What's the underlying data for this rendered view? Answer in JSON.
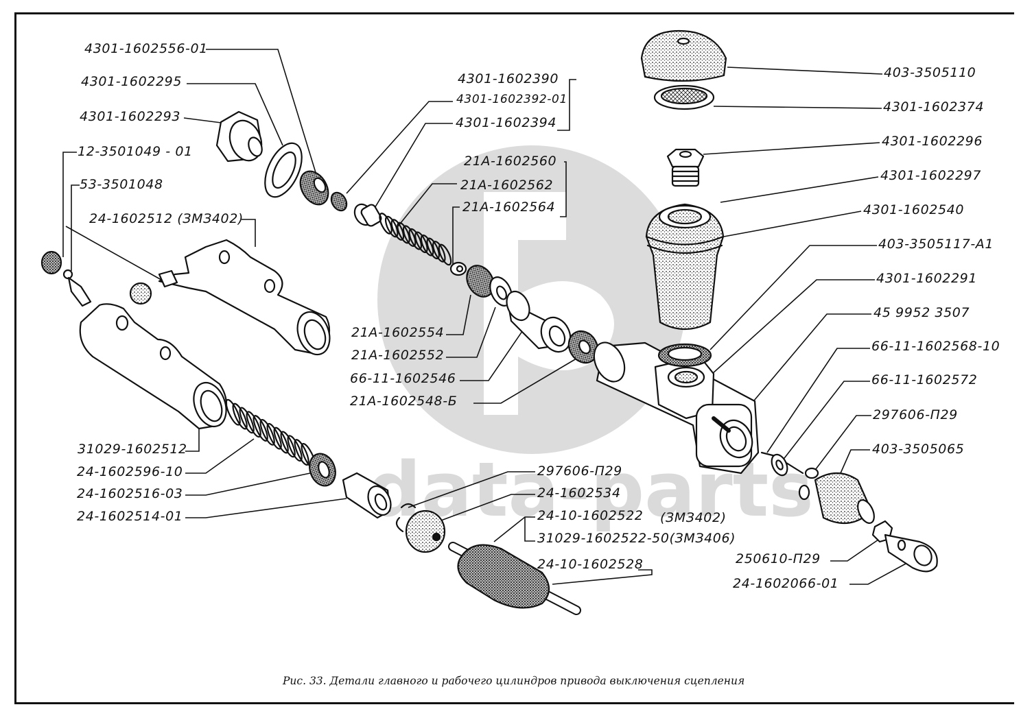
{
  "figure": {
    "caption": "Рис. 33. Детали главного и рабочего цилиндров привода выключения сцепления",
    "watermark": {
      "logo": "СБ",
      "text": "data-parts",
      "color": "#d9d9d9"
    },
    "ink_color": "#111111"
  },
  "labels": {
    "l01": "4301-1602556-01",
    "l02": "4301-1602295",
    "l03": "4301-1602293",
    "l04": "12-3501049 - 01",
    "l05": "53-3501048",
    "l06": "24-1602512 (ЗМЗ402)",
    "l07": "4301-1602390",
    "l08": "4301-1602392-01",
    "l09": "4301-1602394",
    "l10": "21A-1602560",
    "l11": "21A-1602562",
    "l12": "21A-1602564",
    "l13": "21A-1602554",
    "l14": "21A-1602552",
    "l15": "66-11-1602546",
    "l16": "21A-1602548-Б",
    "l17": "403-3505110",
    "l18": "4301-1602374",
    "l19": "4301-1602296",
    "l20": "4301-1602297",
    "l21": "4301-1602540",
    "l22": "403-3505117-A1",
    "l23": "4301-1602291",
    "l24": "45 9952 3507",
    "l25": "66-11-1602568-10",
    "l26": "66-11-1602572",
    "l27": "297606-П29",
    "l28": "403-3505065",
    "l29": "250610-П29",
    "l30": "24-1602066-01",
    "l31": "31029-1602512",
    "l32": "24-1602596-10",
    "l33": "24-1602516-03",
    "l34": "24-1602514-01",
    "l35": "297606-П29",
    "l36": "24-1602534",
    "l37": "24-10-1602522",
    "l37b": "(ЗМЗ402)",
    "l38": "31029-1602522-50(ЗМЗ406)",
    "l39": "24-10-1602528"
  }
}
